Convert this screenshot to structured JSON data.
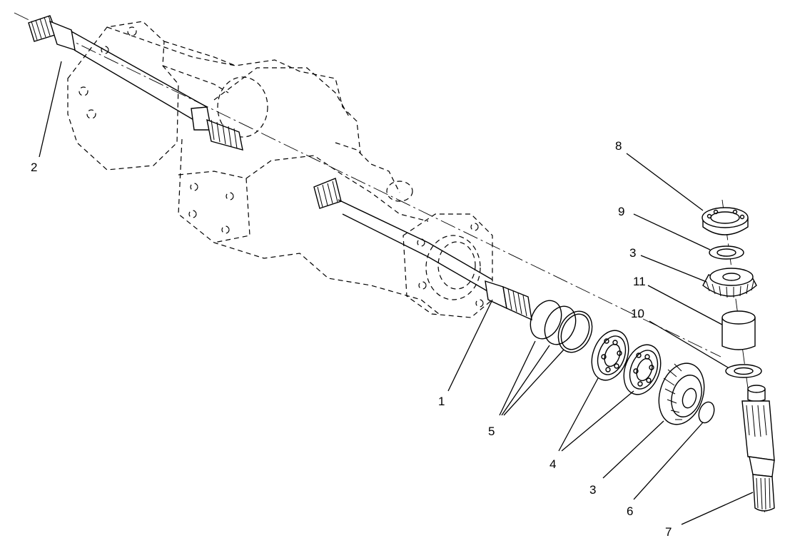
{
  "diagram": {
    "callouts": [
      {
        "id": "c1",
        "label": "1"
      },
      {
        "id": "c2",
        "label": "2"
      },
      {
        "id": "c3a",
        "label": "3"
      },
      {
        "id": "c3b",
        "label": "3"
      },
      {
        "id": "c4",
        "label": "4"
      },
      {
        "id": "c5",
        "label": "5"
      },
      {
        "id": "c6",
        "label": "6"
      },
      {
        "id": "c7",
        "label": "7"
      },
      {
        "id": "c8",
        "label": "8"
      },
      {
        "id": "c9",
        "label": "9"
      },
      {
        "id": "c10",
        "label": "10"
      },
      {
        "id": "c11",
        "label": "11"
      }
    ]
  }
}
